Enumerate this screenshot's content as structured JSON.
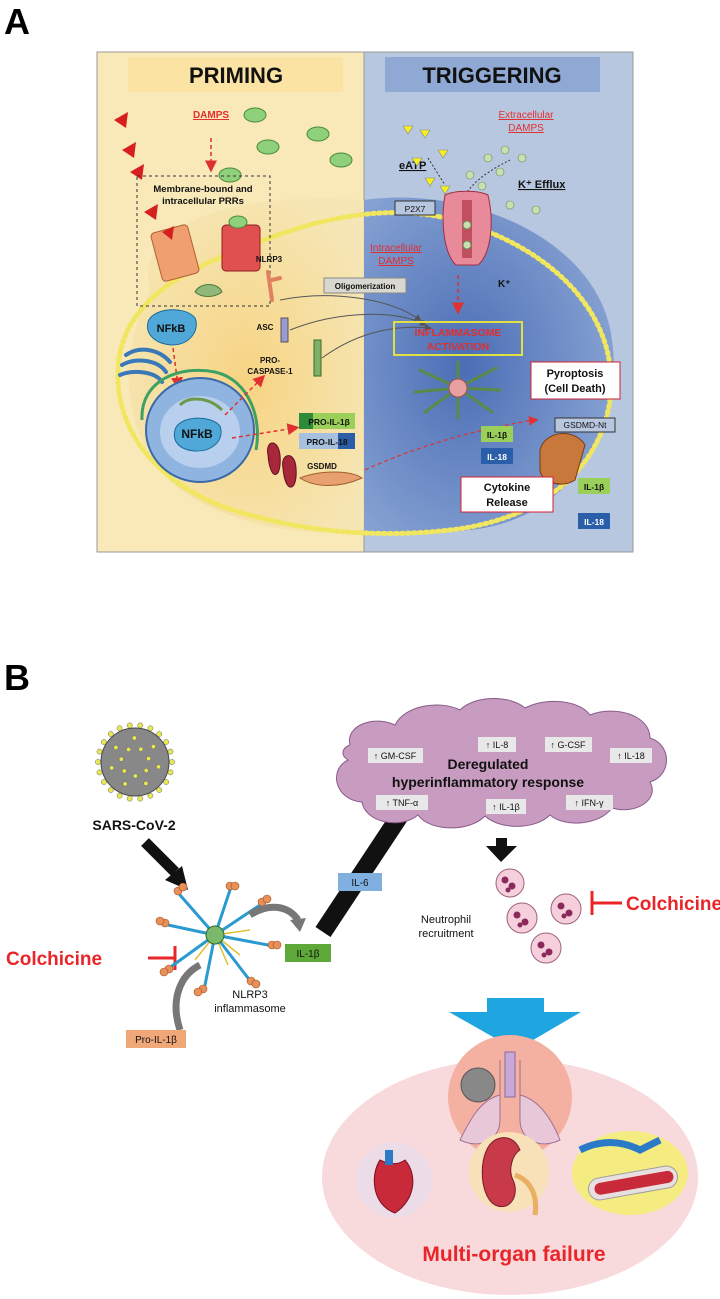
{
  "panel_a": {
    "letter": "A",
    "priming_title": "PRIMING",
    "triggering_title": "TRIGGERING",
    "damps": "DAMPS",
    "prr_line1": "Membrane-bound and",
    "prr_line2": "intracellular PRRs",
    "nfkb_outer": "NFkB",
    "nfkb_inner": "NFkB",
    "nlrp3": "NLRP3",
    "asc": "ASC",
    "procasp_line1": "PRO-",
    "procasp_line2": "CASPASE-1",
    "oligomerization": "Oligomerization",
    "pro_il1b": "PRO-IL-1β",
    "pro_il18": "PRO-IL-18",
    "gsdmd": "GSDMD",
    "extracellular_line1": "Extracellular",
    "extracellular_line2": "DAMPS",
    "eatp": "eATP",
    "k_efflux": "K⁺ Efflux",
    "p2x7": "P2X7",
    "intracellular_line1": "Intracellular",
    "intracellular_line2": "DAMPS",
    "k_plus": "K⁺",
    "inflammasome_line1": "INFLAMMASOME",
    "inflammasome_line2": "ACTIVATION",
    "pyroptosis_line1": "Pyroptosis",
    "pyroptosis_line2": "(Cell Death)",
    "gsdmd_nt": "GSDMD-Nt",
    "il1b_in": "IL-1β",
    "il18_in": "IL-18",
    "cytokine_line1": "Cytokine",
    "cytokine_line2": "Release",
    "il1b_out": "IL-1β",
    "il18_out": "IL-18"
  },
  "panel_b": {
    "letter": "B",
    "virus": "SARS-CoV-2",
    "cloud_title_line1": "Deregulated",
    "cloud_title_line2": "hyperinflammatory response",
    "gm_csf": "↑ GM-CSF",
    "il8": "↑ IL-8",
    "g_csf": "↑ G-CSF",
    "il18": "↑ IL-18",
    "tnf": "↑ TNF-α",
    "il1b_up": "↑ IL-1β",
    "ifn": "↑ IFN-γ",
    "il6": "IL-6",
    "il1b": "IL-1β",
    "colchicine_left": "Colchicine",
    "colchicine_right": "Colchicine",
    "neutrophil_line1": "Neutrophil",
    "neutrophil_line2": "recruitment",
    "nlrp3_line1": "NLRP3",
    "nlrp3_line2": "inflammasome",
    "pro_il1b": "Pro-IL-1β",
    "outcome": "Multi-organ failure"
  },
  "colors": {
    "priming_bg": "#f9e9b8",
    "triggering_bg": "#b8c7e0",
    "red_label": "#e03030",
    "colchicine": "#e8262a",
    "cloud": "#c79cc0",
    "blue_arrow": "#1fa6e0",
    "organ_oval": "#f8d9dc"
  }
}
